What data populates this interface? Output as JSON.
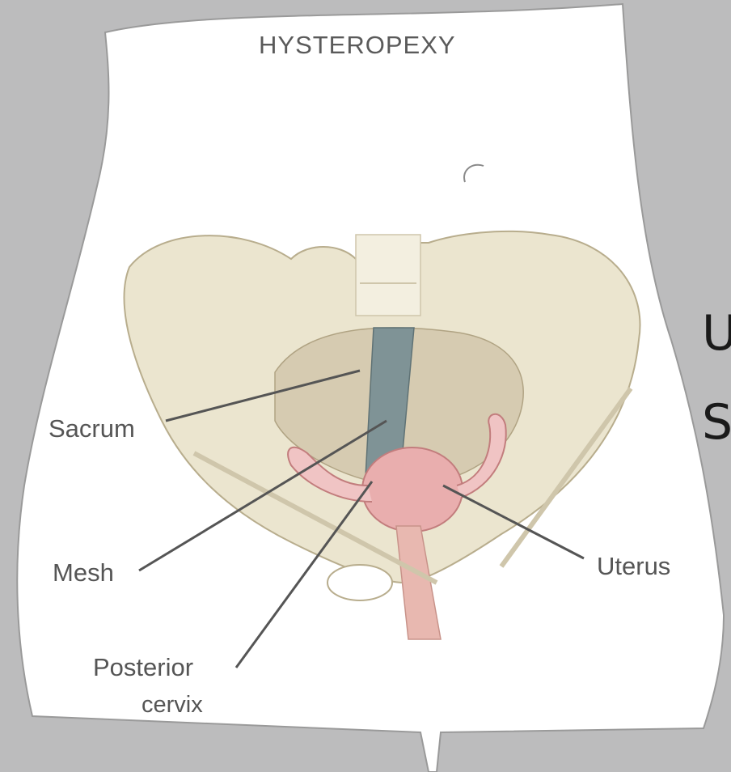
{
  "figure": {
    "title": "HYSTEROPEXY",
    "labels": {
      "sacrum": "Sacrum",
      "mesh": "Mesh",
      "posterior_cervix_line1": "Posterior",
      "posterior_cervix_line2": "cervix",
      "uterus": "Uterus"
    }
  },
  "slide_text": {
    "line1": "U",
    "line2": "S"
  },
  "colors": {
    "background": "#bcbcbd",
    "body": "#ffffff",
    "bone": "#ebe5cf",
    "mesh": "#7f9396",
    "uterus": "#e9aeae"
  }
}
